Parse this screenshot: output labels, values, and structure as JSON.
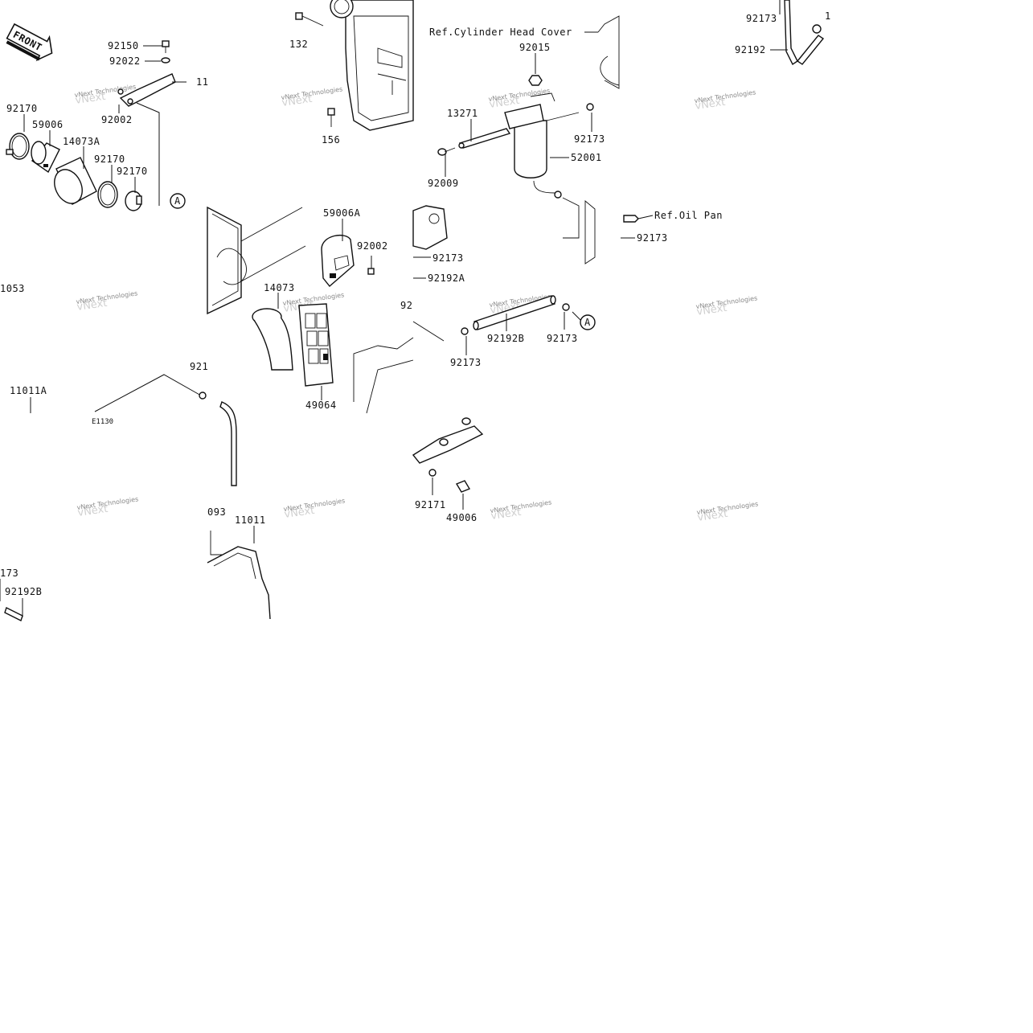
{
  "diagram": {
    "front_badge": "FRONT",
    "watermark": "vNext Technologies",
    "labels": {
      "l92150": "92150",
      "l92022": "92022",
      "l11_top": "11",
      "l92002_top": "92002",
      "l92170_a": "92170",
      "l59006": "59006",
      "l14073A": "14073A",
      "l92170_b": "92170",
      "l92170_c": "92170",
      "lA_left": "A",
      "l132": "132",
      "l156": "156",
      "lRefCyl": "Ref.Cylinder Head Cover",
      "l92015": "92015",
      "l13271": "13271",
      "l92173_mid": "92173",
      "l52001": "52001",
      "l92009": "92009",
      "lRefOil": "Ref.Oil Pan",
      "l92173_right": "92173",
      "l92173_tr": "92173",
      "l92192": "92192",
      "l59006A": "59006A",
      "l92002_mid": "92002",
      "l14073": "14073",
      "l49064": "49064",
      "l92173_c1": "92173",
      "l92192A": "92192A",
      "l92_partial": "92",
      "l92192B_mid": "92192B",
      "l92173_c2": "92173",
      "lA_mid": "A",
      "l92173_c3": "92173",
      "l1053": "1053",
      "l11011A": "11011A",
      "lE1130": "E1130",
      "l921_partial": "921",
      "l92171": "92171",
      "l49006": "49006",
      "l093": "093",
      "l11011": "11011",
      "l173": "173",
      "l92192B_bot": "92192B",
      "l1_tr": "1"
    }
  }
}
